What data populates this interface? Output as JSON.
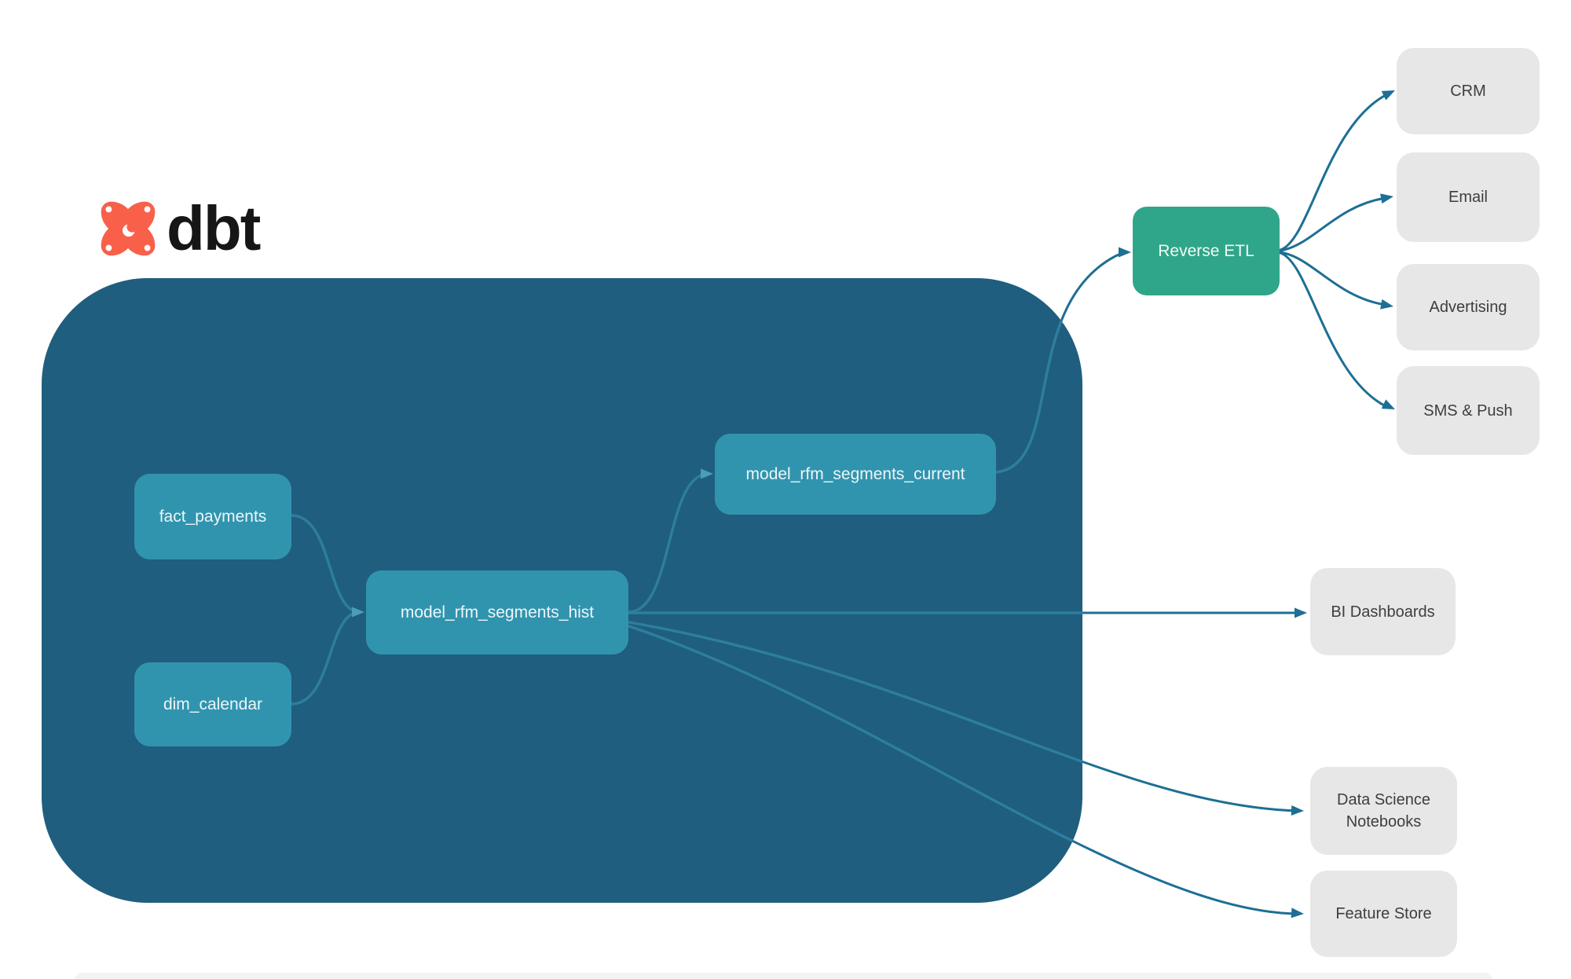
{
  "logo": {
    "wordmark": "dbt",
    "icon": "dbt-star-icon"
  },
  "diagram": {
    "nodes": {
      "fact_payments": {
        "label": "fact_payments",
        "group": "dbt-container"
      },
      "dim_calendar": {
        "label": "dim_calendar",
        "group": "dbt-container"
      },
      "model_rfm_segments_hist": {
        "label": "model_rfm_segments_hist",
        "group": "dbt-container"
      },
      "model_rfm_segments_current": {
        "label": "model_rfm_segments_current",
        "group": "dbt-container"
      },
      "reverse_etl": {
        "label": "Reverse ETL",
        "group": "external"
      },
      "crm": {
        "label": "CRM",
        "group": "external"
      },
      "email": {
        "label": "Email",
        "group": "external"
      },
      "advertising": {
        "label": "Advertising",
        "group": "external"
      },
      "sms_push": {
        "label": "SMS & Push",
        "group": "external"
      },
      "bi_dashboards": {
        "label": "BI Dashboards",
        "group": "external"
      },
      "data_science_notebooks": {
        "label": "Data Science Notebooks",
        "group": "external"
      },
      "feature_store": {
        "label": "Feature Store",
        "group": "external"
      }
    },
    "edges": [
      {
        "from": "fact_payments",
        "to": "model_rfm_segments_hist"
      },
      {
        "from": "dim_calendar",
        "to": "model_rfm_segments_hist"
      },
      {
        "from": "model_rfm_segments_hist",
        "to": "model_rfm_segments_current"
      },
      {
        "from": "model_rfm_segments_current",
        "to": "reverse_etl"
      },
      {
        "from": "reverse_etl",
        "to": "crm"
      },
      {
        "from": "reverse_etl",
        "to": "email"
      },
      {
        "from": "reverse_etl",
        "to": "advertising"
      },
      {
        "from": "reverse_etl",
        "to": "sms_push"
      },
      {
        "from": "model_rfm_segments_hist",
        "to": "bi_dashboards"
      },
      {
        "from": "model_rfm_segments_hist",
        "to": "data_science_notebooks"
      },
      {
        "from": "model_rfm_segments_hist",
        "to": "feature_store"
      }
    ],
    "colors": {
      "container_bg": "#1F5E7E",
      "node_teal": "#3194AF",
      "node_green": "#2FA689",
      "node_gray": "#E7E7E7",
      "edge_outside": "#1D6F94",
      "edge_inside": "#2E7E9D",
      "arrow_inside": "#4C9CB8",
      "logo_orange": "#F8604A",
      "wordmark_color": "#161616",
      "page_bg": "#FFFFFF"
    }
  }
}
